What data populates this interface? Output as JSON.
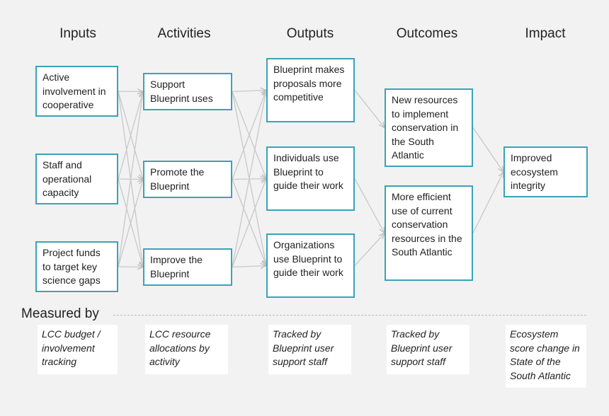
{
  "headers": [
    "Inputs",
    "Activities",
    "Outputs",
    "Outcomes",
    "Impact"
  ],
  "boxes": {
    "in1": "Active involvement in cooperative",
    "in2": "Staff and operational capacity",
    "in3": "Project funds to target key science gaps",
    "act1": "Support Blueprint uses",
    "act2": "Promote the Blueprint",
    "act3": "Improve the Blueprint",
    "out1": "Blueprint makes proposals more competitive",
    "out2": "Individuals use Blueprint to guide their work",
    "out3": "Organizations use Blueprint to guide their work",
    "oc1": "New resources to implement conservation in the South Atlantic",
    "oc2": "More efficient use of current conservation resources in the South Atlantic",
    "imp1": "Improved ecosystem integrity"
  },
  "measured": {
    "label": "Measured by",
    "items": [
      "LCC budget / involvement tracking",
      "LCC resource allocations by activity",
      "Tracked by Blueprint user support staff",
      "Tracked by Blueprint user support staff",
      "Ecosystem score change in State of the South Atlantic"
    ]
  },
  "colors": {
    "box_border": "#3aa3b8",
    "arrow": "#c4c4c4",
    "background": "#f2f2f2"
  }
}
